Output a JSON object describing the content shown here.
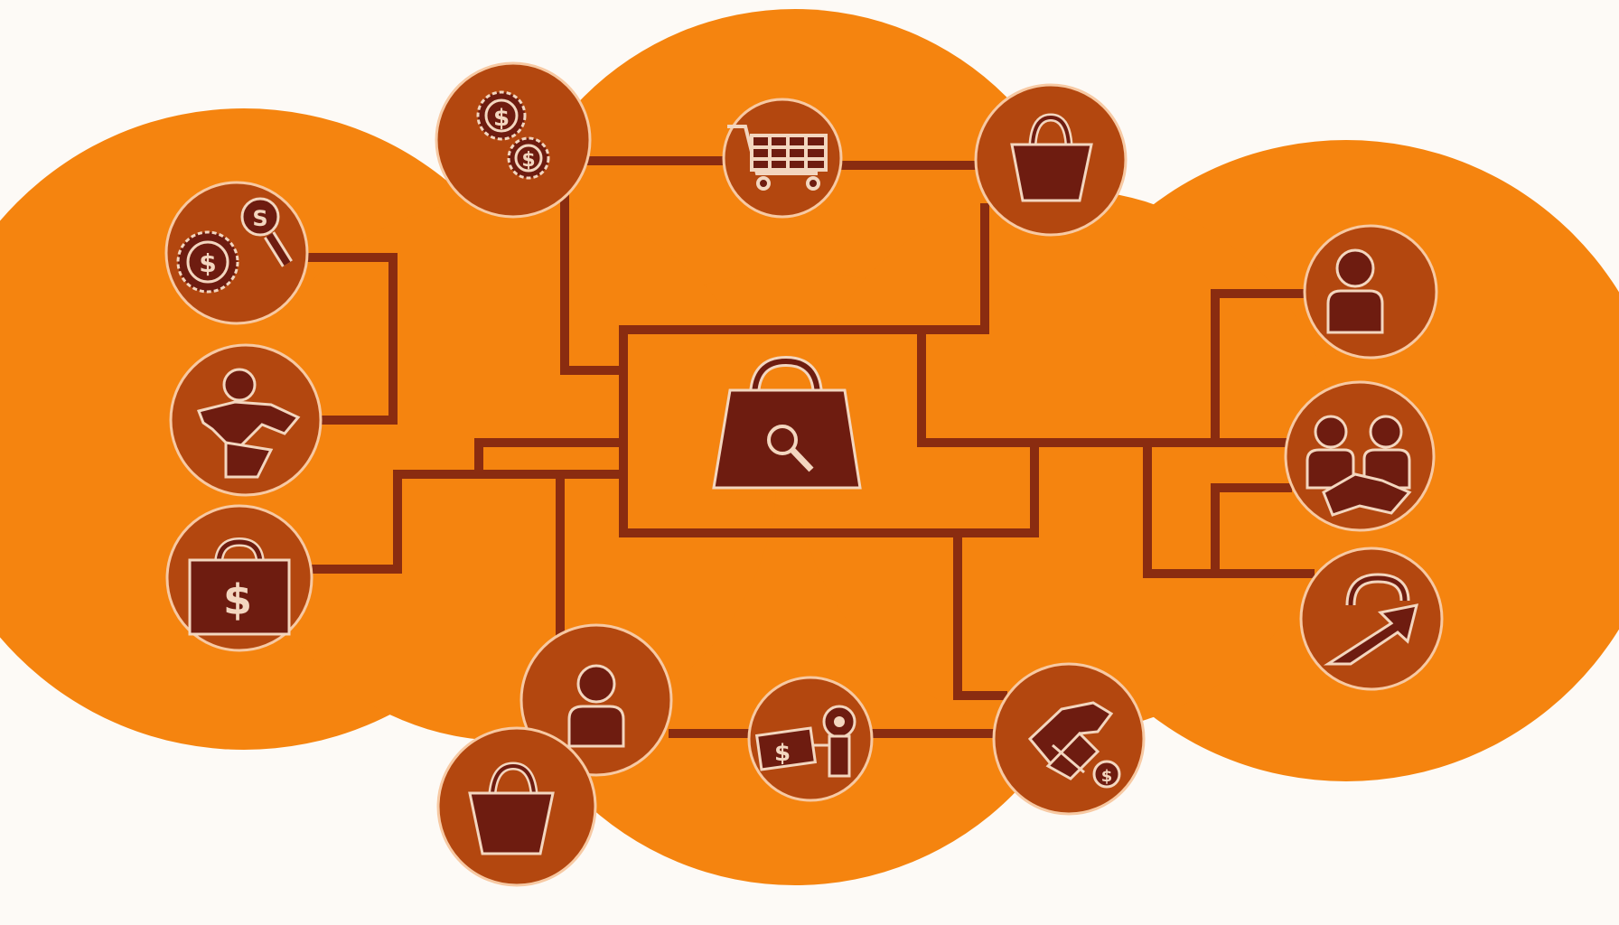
{
  "diagram": {
    "topic": "commerce-network",
    "colors": {
      "background": "#fdfaf6",
      "cloud": "#f5840f",
      "node_fill": "#b3470f",
      "node_ring": "#f7c9a3",
      "line": "#8a2c10",
      "icon": "#6e1c10",
      "icon_line": "#f3d6bf"
    },
    "hub": {
      "icon": "shopping-bag-search-icon"
    },
    "nodes": [
      {
        "id": "coin-search",
        "icon": "coin-search-icon"
      },
      {
        "id": "handshake-person",
        "icon": "handshake-person-icon"
      },
      {
        "id": "dollar-bag",
        "icon": "dollar-bag-icon"
      },
      {
        "id": "coins",
        "icon": "coins-icon"
      },
      {
        "id": "cart",
        "icon": "shopping-cart-icon"
      },
      {
        "id": "basket-top",
        "icon": "basket-icon"
      },
      {
        "id": "user-right",
        "icon": "user-icon"
      },
      {
        "id": "users-handshake",
        "icon": "users-handshake-icon"
      },
      {
        "id": "return",
        "icon": "return-arrow-icon"
      },
      {
        "id": "user-bottom",
        "icon": "user-icon"
      },
      {
        "id": "money-key",
        "icon": "money-key-icon"
      },
      {
        "id": "handshake-coin",
        "icon": "handshake-coin-icon"
      },
      {
        "id": "basket-bottom",
        "icon": "basket-icon"
      }
    ]
  }
}
